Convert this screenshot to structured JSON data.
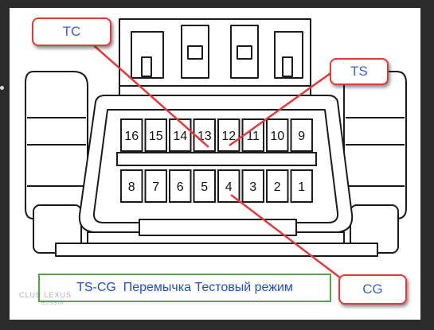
{
  "pins_top": [
    "16",
    "15",
    "14",
    "13",
    "12",
    "11",
    "10",
    "9"
  ],
  "pins_bottom": [
    "8",
    "7",
    "6",
    "5",
    "4",
    "3",
    "2",
    "1"
  ],
  "callouts": {
    "tc": "TC",
    "ts": "TS",
    "cg": "CG"
  },
  "caption": "TS-CG  Перемычка Тестовый режим",
  "watermark": "CLUB LEXUS",
  "watermark_sub": "RUSSIA",
  "colors": {
    "callout_border": "#e23a3a",
    "callout_text": "#3a63c8",
    "caption_border": "#5aa04a",
    "caption_text": "#1f4fbf",
    "leader_line": "#e23a3a"
  }
}
